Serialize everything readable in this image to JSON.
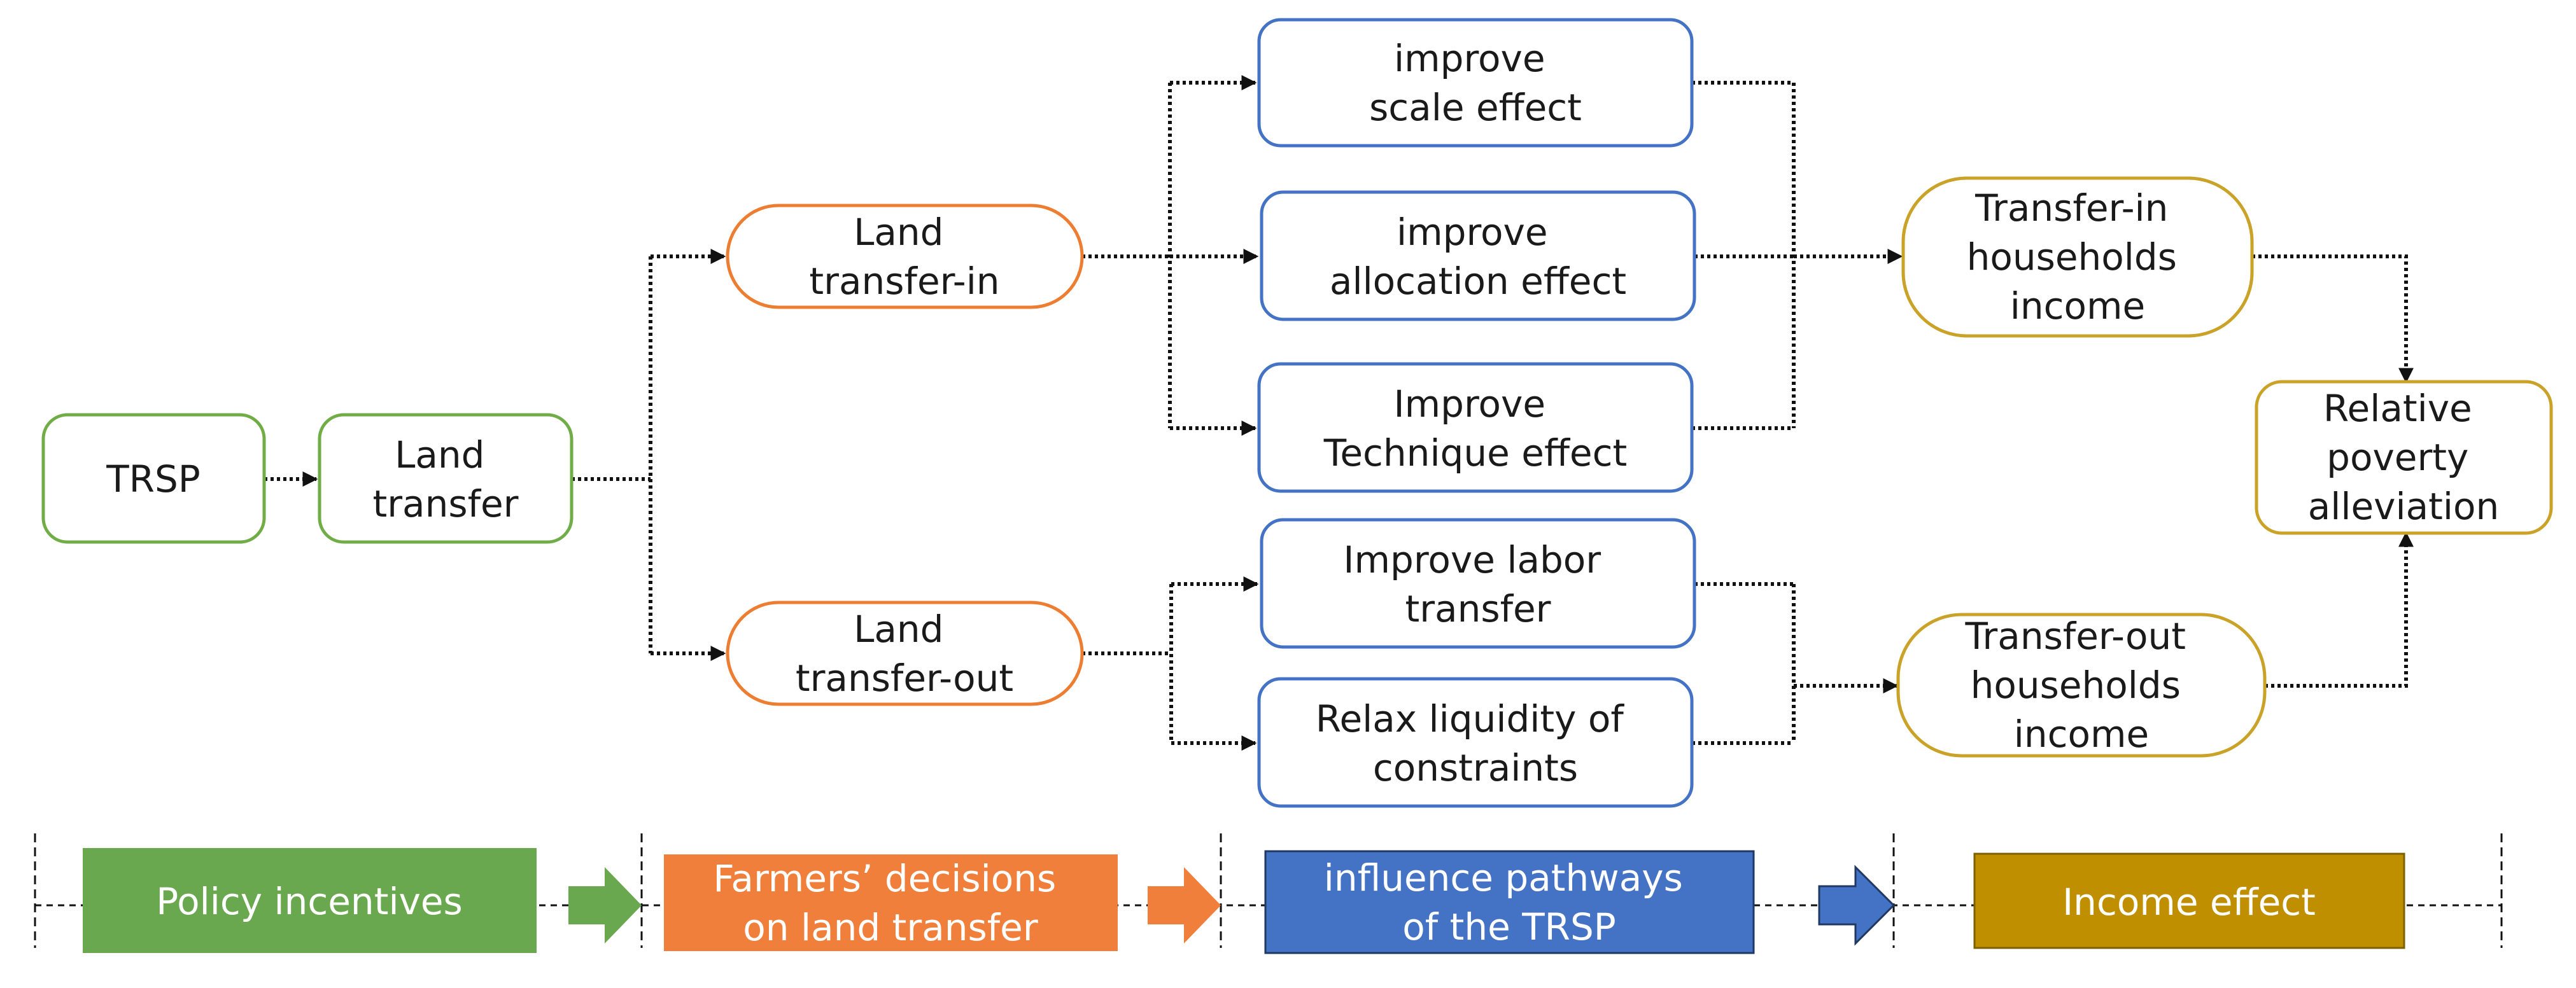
{
  "colors": {
    "green": "#70ad47",
    "orange": "#ed7d31",
    "blue": "#4472c4",
    "gold": "#c9a227",
    "band_green": "#6aa84f",
    "band_orange": "#f07f3c",
    "band_blue": "#4472c4",
    "band_gold": "#bf8f00"
  },
  "nodes": {
    "trsp": "TRSP",
    "land_transfer": [
      "Land",
      "transfer"
    ],
    "land_transfer_in": [
      "Land",
      "transfer-in"
    ],
    "land_transfer_out": [
      "Land",
      "transfer-out"
    ],
    "scale_effect": [
      "improve",
      "scale effect"
    ],
    "allocation_effect": [
      "improve",
      "allocation effect"
    ],
    "technique_effect": [
      "Improve",
      "Technique effect"
    ],
    "labor_transfer": [
      "Improve labor",
      "transfer"
    ],
    "liquidity": [
      "Relax liquidity of",
      "constraints"
    ],
    "transfer_in_income": [
      "Transfer-in",
      "households",
      "income"
    ],
    "transfer_out_income": [
      "Transfer-out",
      "households",
      "income"
    ],
    "poverty": [
      "Relative",
      "poverty",
      "alleviation"
    ]
  },
  "bands": {
    "policy": [
      "Policy incentives"
    ],
    "decisions": [
      "Farmers’ decisions",
      "on land transfer"
    ],
    "pathways": [
      "influence pathways",
      "of the TRSP"
    ],
    "income": [
      "Income effect"
    ]
  },
  "arrows": [
    {
      "from": "trsp",
      "to": "land_transfer"
    },
    {
      "from": "land_transfer",
      "to": "land_transfer_in"
    },
    {
      "from": "land_transfer",
      "to": "land_transfer_out"
    },
    {
      "from": "land_transfer_in",
      "to": "scale_effect"
    },
    {
      "from": "land_transfer_in",
      "to": "allocation_effect"
    },
    {
      "from": "land_transfer_in",
      "to": "technique_effect"
    },
    {
      "from": "land_transfer_out",
      "to": "labor_transfer"
    },
    {
      "from": "land_transfer_out",
      "to": "liquidity"
    },
    {
      "from": "scale_effect",
      "to": "transfer_in_income"
    },
    {
      "from": "allocation_effect",
      "to": "transfer_in_income"
    },
    {
      "from": "technique_effect",
      "to": "transfer_in_income"
    },
    {
      "from": "labor_transfer",
      "to": "transfer_out_income"
    },
    {
      "from": "liquidity",
      "to": "transfer_out_income"
    },
    {
      "from": "transfer_in_income",
      "to": "poverty"
    },
    {
      "from": "transfer_out_income",
      "to": "poverty"
    }
  ]
}
